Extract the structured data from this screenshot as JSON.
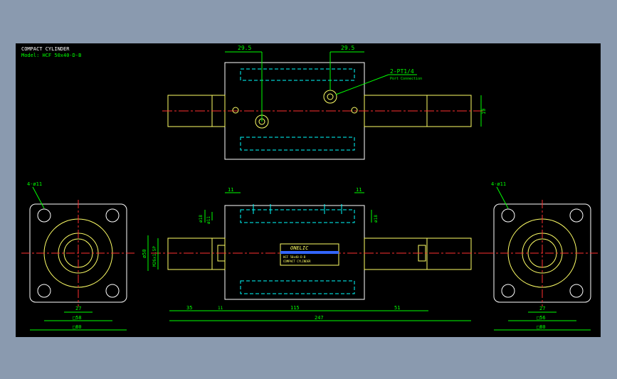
{
  "title_block": {
    "title": "COMPACT CYLINDER",
    "model": "Model: HCF 50x40-D-B"
  },
  "colors": {
    "background": "#000000",
    "outline": "#ffffff",
    "yellow": "#ffff66",
    "green": "#00ff00",
    "cyan": "#00ffff",
    "red": "#ff3030",
    "title": "#ffffff",
    "model": "#00ff00"
  },
  "annotations": {
    "dim_top_left": "29.5",
    "dim_top_right": "29.5",
    "port_label": "2-PT1/4",
    "port_sub": "Port Connection",
    "dim_right_10": "10",
    "hole_left": "4-ø11",
    "hole_right": "4-ø11",
    "dim_11_left": "11",
    "dim_11_right": "11",
    "dim_o18_left": "ø18",
    "dim_o11": "ø11",
    "dim_o18_right": "ø18",
    "dim_o50": "ø50",
    "dim_m26": "M26x1.5P",
    "dim_35": "35",
    "dim_11_bottom": "11",
    "dim_115": "115",
    "dim_51": "51",
    "dim_247": "247",
    "left_27": "27",
    "left_58": "□58",
    "left_80": "□80",
    "right_27": "27",
    "right_58": "□56",
    "right_80": "□80"
  },
  "label_plate": {
    "brand": "ONELIC",
    "model": "HCF 50x40-D-B",
    "name": "COMPACT CYLINDER"
  }
}
